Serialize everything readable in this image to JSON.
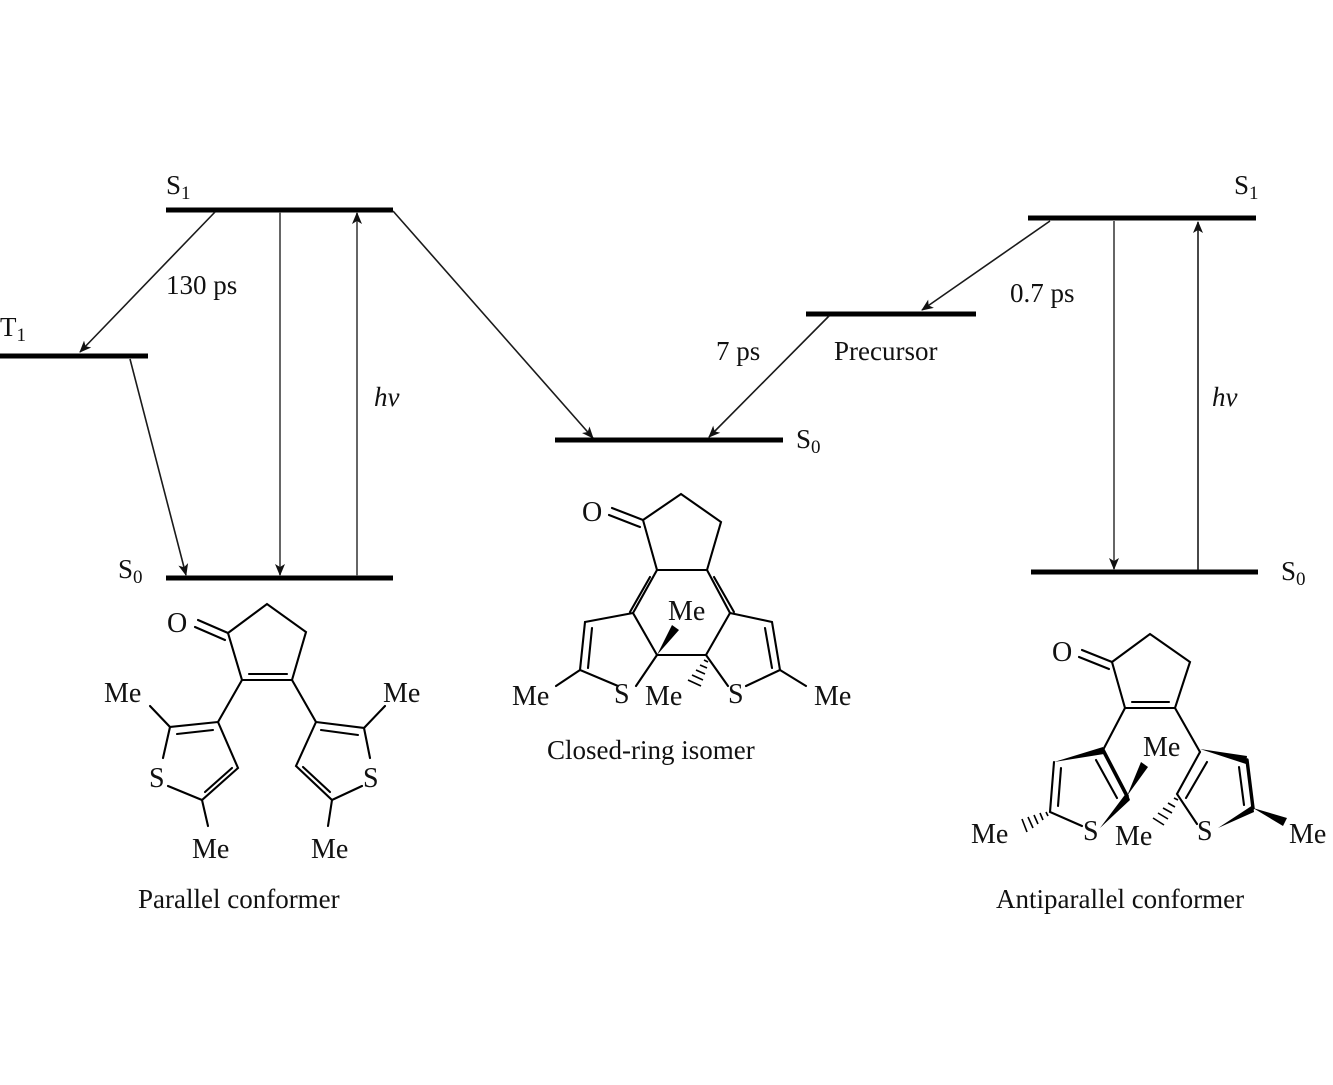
{
  "diagram": {
    "title": "Photochromic dithienylethene energy level diagram",
    "levels": {
      "parallel_S1": {
        "label": "S",
        "sub": "1"
      },
      "parallel_T1": {
        "label": "T",
        "sub": "1"
      },
      "parallel_S0": {
        "label": "S",
        "sub": "0"
      },
      "closed_S0": {
        "label": "S",
        "sub": "0"
      },
      "precursor": {
        "label": "Precursor"
      },
      "antiparallel_S1": {
        "label": "S",
        "sub": "1"
      },
      "antiparallel_S0": {
        "label": "S",
        "sub": "0"
      }
    },
    "transitions": {
      "isc_time": "130 ps",
      "precursor_to_closed_time": "7 ps",
      "antiparallel_to_precursor_time": "0.7 ps",
      "excitation_left": "hν",
      "excitation_right": "hν"
    },
    "molecules": {
      "parallel": {
        "caption": "Parallel conformer",
        "atoms": {
          "O": "O",
          "S": "S",
          "Me": "Me"
        }
      },
      "closed": {
        "caption": "Closed-ring isomer",
        "atoms": {
          "O": "O",
          "S": "S",
          "Me": "Me"
        }
      },
      "antiparallel": {
        "caption": "Antiparallel conformer",
        "atoms": {
          "O": "O",
          "S": "S",
          "Me": "Me"
        }
      }
    }
  }
}
